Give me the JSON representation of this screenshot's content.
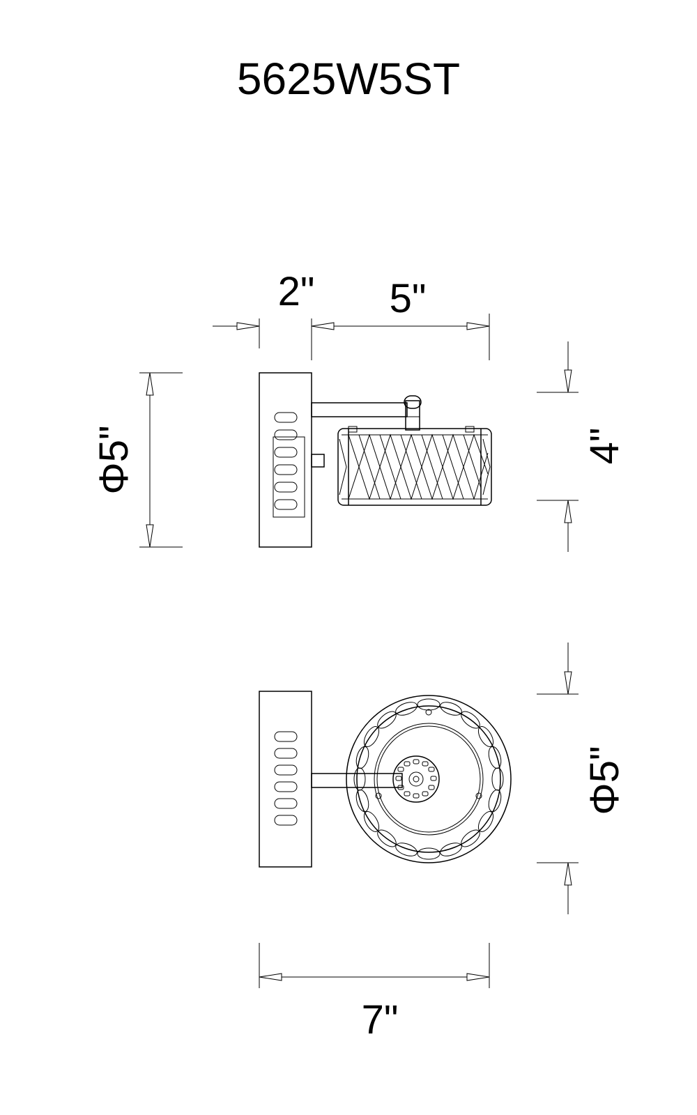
{
  "title": "5625W5ST",
  "dimensions": {
    "top_width_a": "2\"",
    "top_width_b": "5\"",
    "top_height_left": "Φ5\"",
    "top_height_right": "4\"",
    "bottom_height_right": "Φ5\"",
    "bottom_width": "7\""
  },
  "colors": {
    "ink": "#000000",
    "paper": "#ffffff"
  }
}
